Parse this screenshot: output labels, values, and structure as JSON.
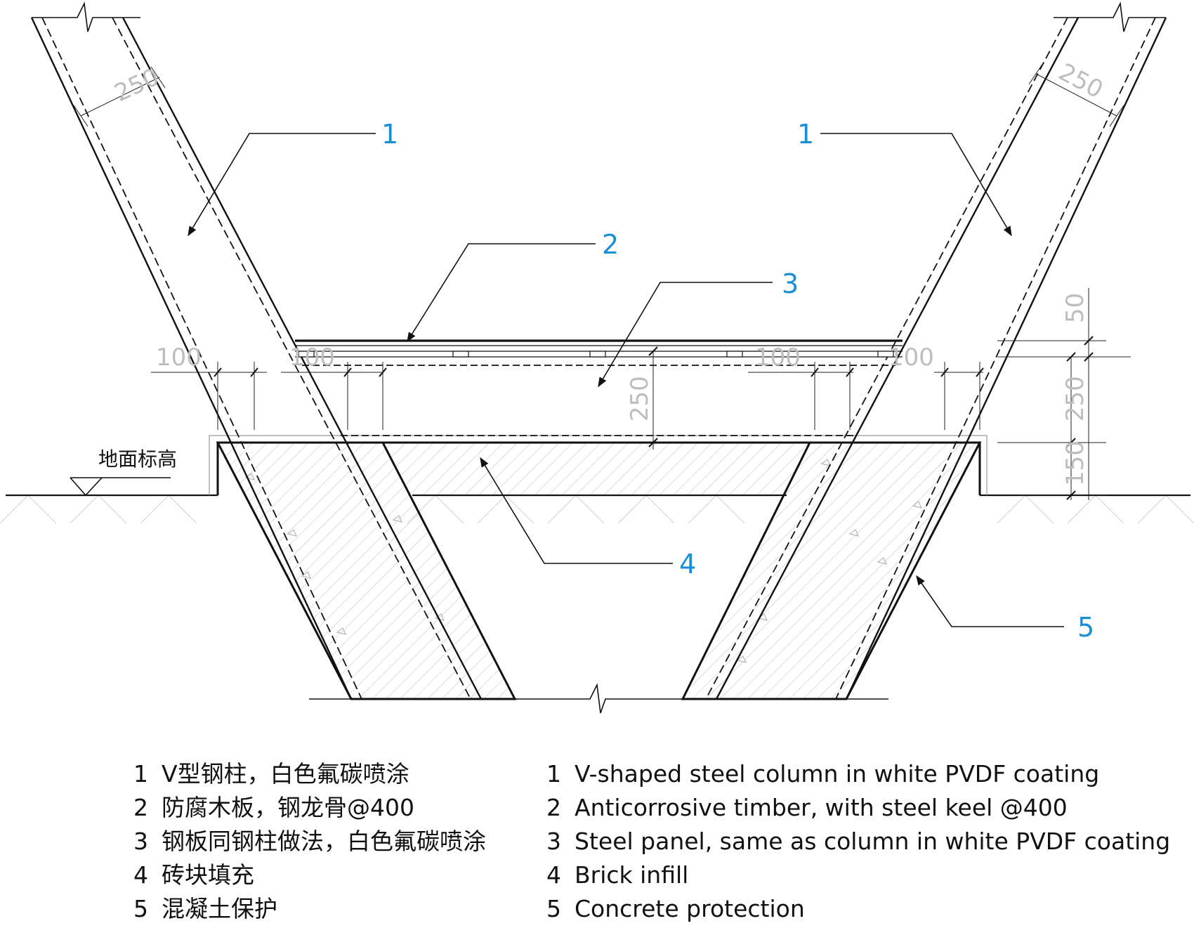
{
  "callouts": [
    "1",
    "1",
    "2",
    "3",
    "4",
    "5"
  ],
  "dimensions": {
    "column_width": "250",
    "offset_left": "100",
    "offset_mid_left": "100",
    "offset_mid_right": "100",
    "offset_right": "100",
    "panel_depth": "250",
    "decking_thickness": "50",
    "panel_height": "250",
    "base_height": "150"
  },
  "ground_label": "地面标高",
  "colors": {
    "callout": "#1a8fd6",
    "line": "#111111",
    "faint": "#b8b8b8"
  },
  "legend_zh": [
    {
      "num": "1",
      "text": "V型钢柱，白色氟碳喷涂"
    },
    {
      "num": "2",
      "text": "防腐木板，钢龙骨@400"
    },
    {
      "num": "3",
      "text": "钢板同钢柱做法，白色氟碳喷涂"
    },
    {
      "num": "4",
      "text": "砖块填充"
    },
    {
      "num": "5",
      "text": "混凝土保护"
    }
  ],
  "legend_en": [
    {
      "num": "1",
      "text": "V-shaped steel column in white PVDF coating"
    },
    {
      "num": "2",
      "text": "Anticorrosive timber, with steel keel @400"
    },
    {
      "num": "3",
      "text": "Steel panel, same as column in white PVDF coating"
    },
    {
      "num": "4",
      "text": "Brick infill"
    },
    {
      "num": "5",
      "text": "Concrete protection"
    }
  ]
}
